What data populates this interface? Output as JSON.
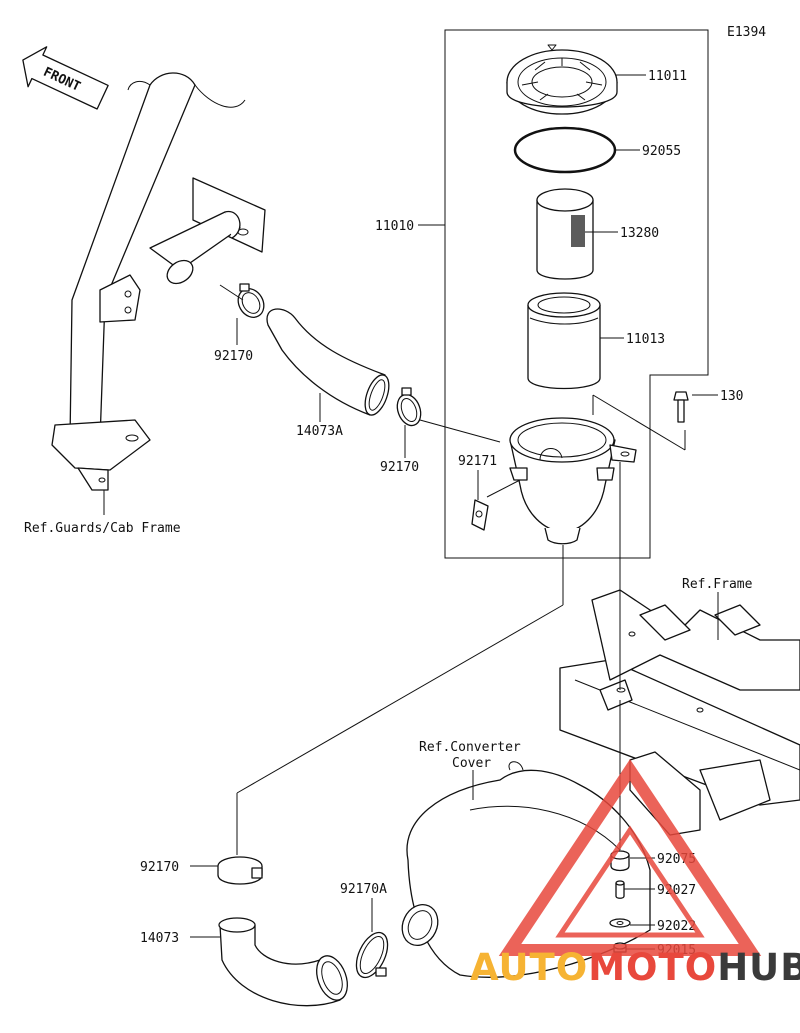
{
  "diagram_code": "E1394",
  "front_label": "FRONT",
  "parts": {
    "p11011": "11011",
    "p92055": "92055",
    "p13280": "13280",
    "p11013": "11013",
    "p11010": "11010",
    "p130": "130",
    "p92170_a": "92170",
    "p14073A": "14073A",
    "p92170_b": "92170",
    "p92171": "92171",
    "p92170_c": "92170",
    "p14073": "14073",
    "p92170A": "92170A",
    "p92075": "92075",
    "p92027": "92027",
    "p92022": "92022",
    "p92015": "92015"
  },
  "references": {
    "guards_cab_frame": "Ref.Guards/Cab Frame",
    "frame": "Ref.Frame",
    "converter_cover_line1": "Ref.Converter",
    "converter_cover_line2": "Cover"
  },
  "watermark": {
    "auto": "AUTO",
    "moto": "MOTO",
    "hub": "HUB",
    "colors": {
      "auto": "#f6b333",
      "moto": "#e8483c",
      "hub": "#3a3a3a",
      "triangle": "#e8483c"
    }
  }
}
